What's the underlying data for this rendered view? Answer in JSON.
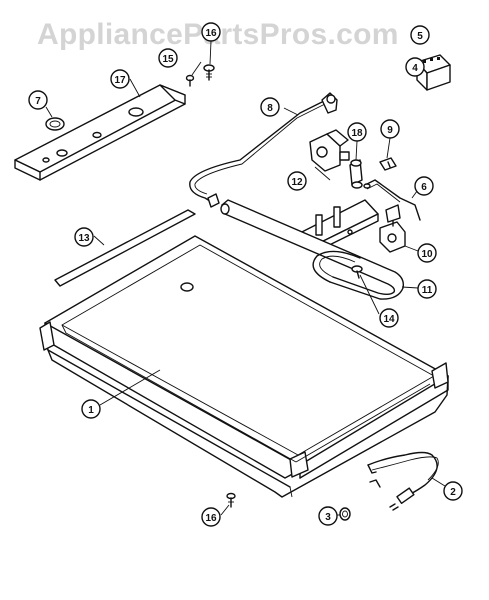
{
  "watermark": "AppliancePartsPros.com",
  "callouts": [
    {
      "id": "c1",
      "label": "1"
    },
    {
      "id": "c2",
      "label": "2"
    },
    {
      "id": "c3",
      "label": "3"
    },
    {
      "id": "c4",
      "label": "4"
    },
    {
      "id": "c5",
      "label": "5"
    },
    {
      "id": "c6",
      "label": "6"
    },
    {
      "id": "c7",
      "label": "7"
    },
    {
      "id": "c8",
      "label": "8"
    },
    {
      "id": "c9",
      "label": "9"
    },
    {
      "id": "c10",
      "label": "10"
    },
    {
      "id": "c11",
      "label": "11"
    },
    {
      "id": "c12",
      "label": "12"
    },
    {
      "id": "c13",
      "label": "13"
    },
    {
      "id": "c14",
      "label": "14"
    },
    {
      "id": "c15",
      "label": "15"
    },
    {
      "id": "c16a",
      "label": "16"
    },
    {
      "id": "c16b",
      "label": "16"
    },
    {
      "id": "c17",
      "label": "17"
    },
    {
      "id": "c18",
      "label": "18"
    }
  ]
}
